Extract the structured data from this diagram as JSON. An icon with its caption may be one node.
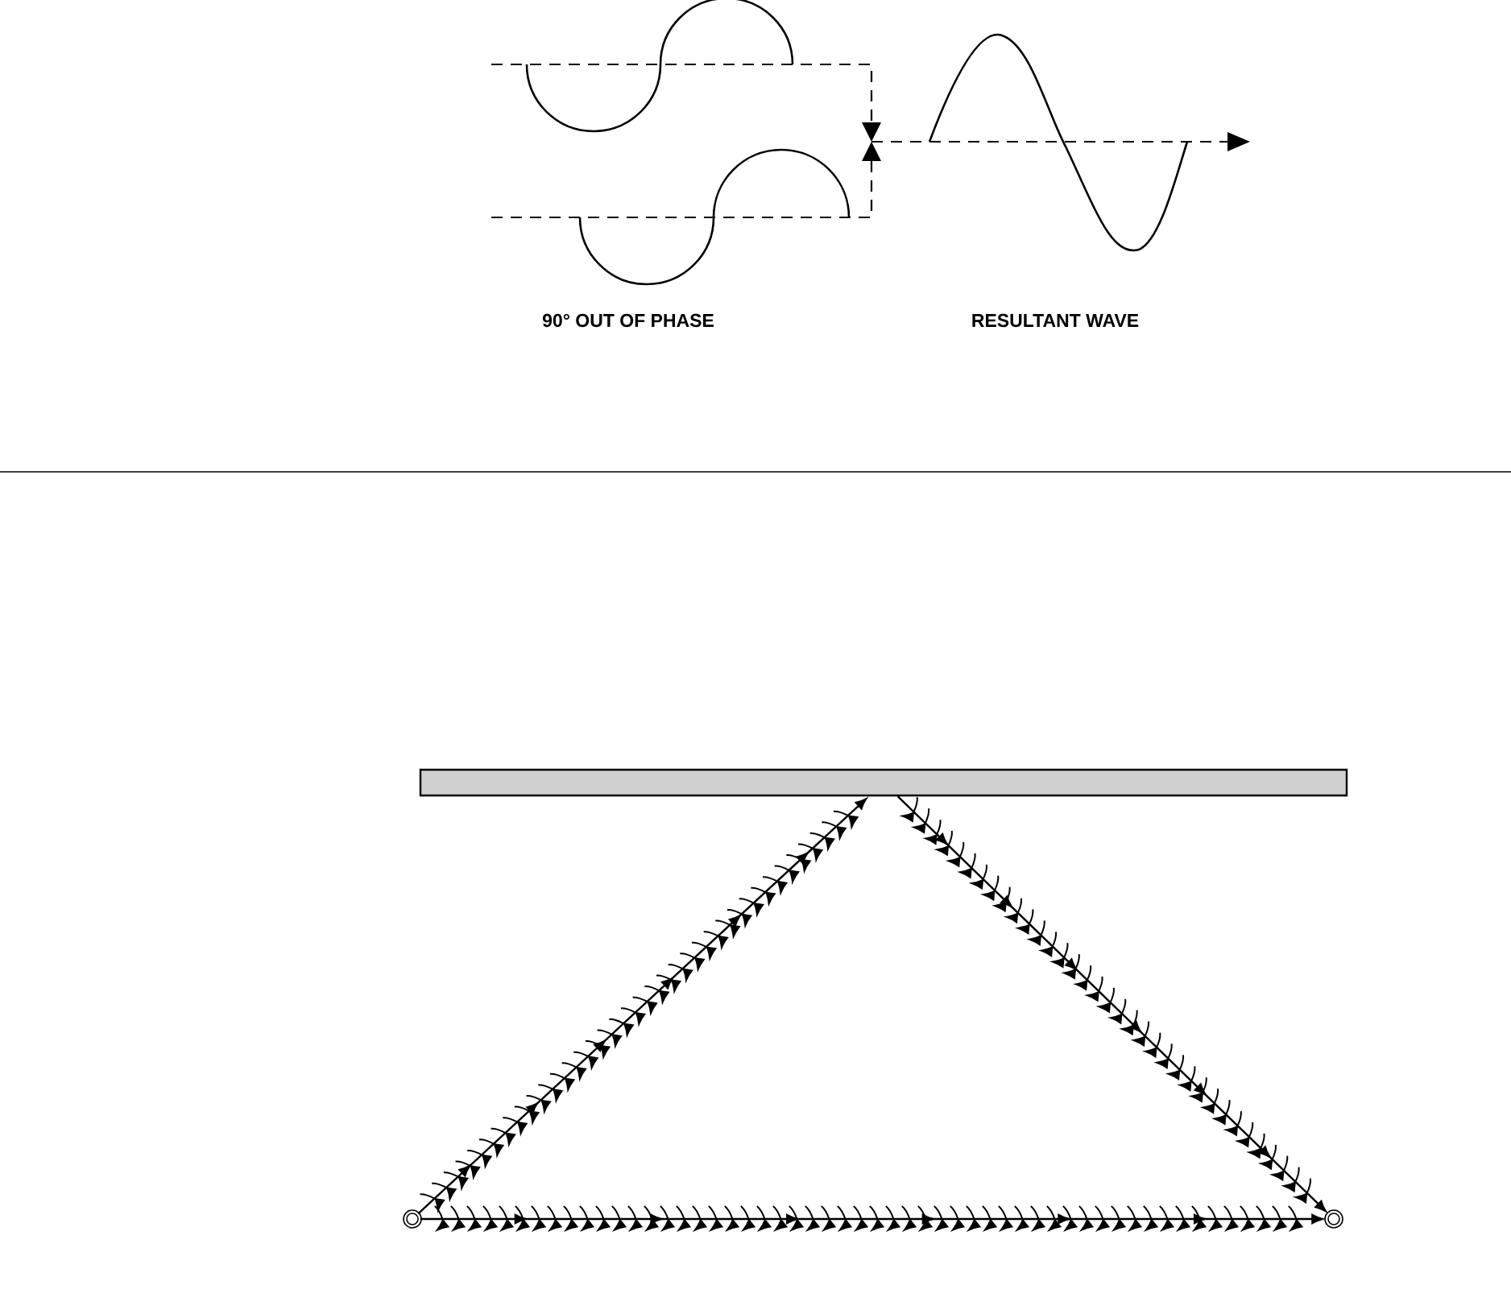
{
  "diagram": {
    "nodes": [
      {
        "text": [],
        "shape": "bar"
      },
      {
        "text": [],
        "shape": "circle"
      },
      {
        "text": [],
        "shape": "circle"
      }
    ],
    "edges": [
      {
        "from": 1,
        "to": 0,
        "arrow": "to"
      },
      {
        "from": 0,
        "to": 2,
        "arrow": "to"
      },
      {
        "from": 1,
        "to": 2,
        "arrow": "to"
      }
    ],
    "labels": [
      "90° OUT OF PHASE",
      "RESULTANT WAVE"
    ]
  }
}
